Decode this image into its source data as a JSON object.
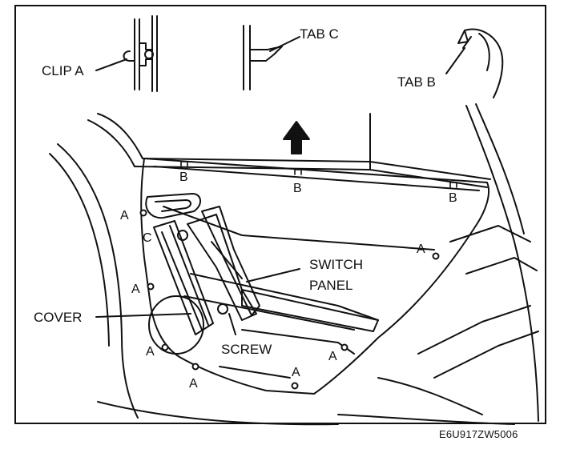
{
  "labels": {
    "clip_a": "CLIP A",
    "tab_c": "TAB C",
    "tab_b": "TAB B",
    "switch_panel_line1": "SWITCH",
    "switch_panel_line2": "PANEL",
    "cover": "COVER",
    "screw": "SCREW",
    "c": "C"
  },
  "callouts": {
    "a": "A",
    "b": "B"
  },
  "figure_code": "E6U917ZW5006"
}
